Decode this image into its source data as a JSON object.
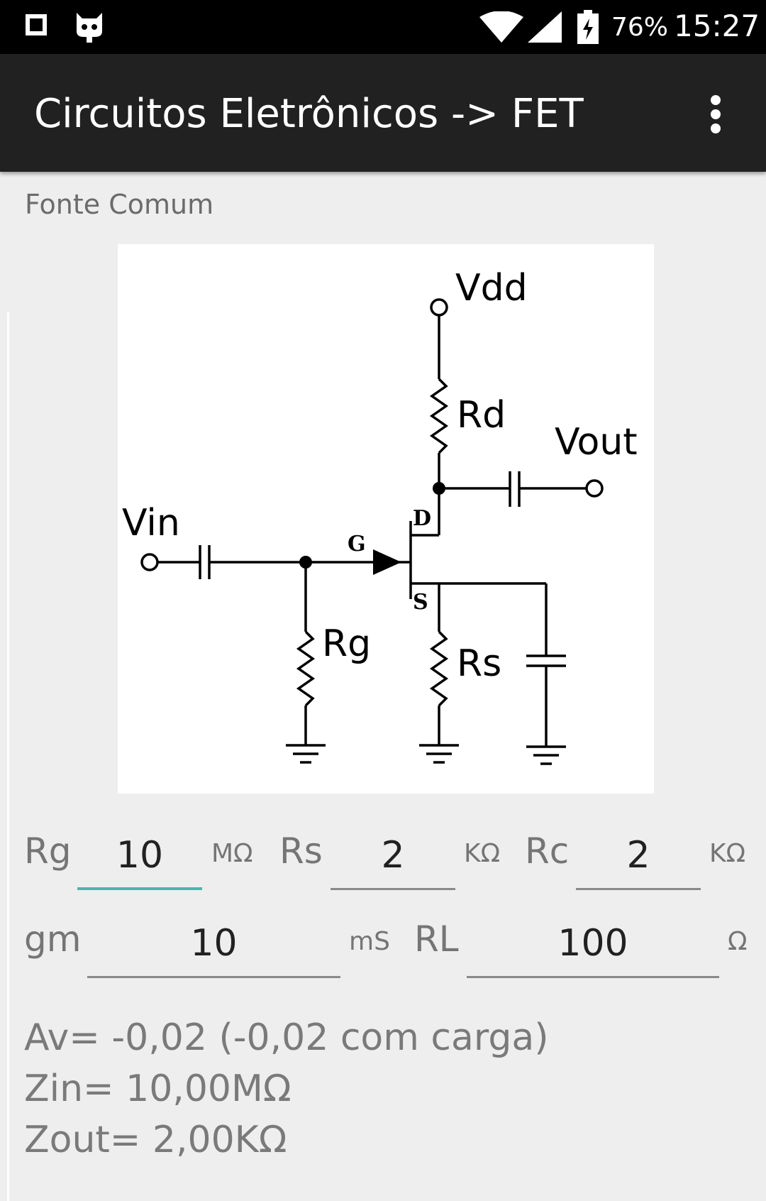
{
  "status_bar": {
    "battery_percent": "76%",
    "time": "15:27",
    "icons": [
      "square-notification-icon",
      "cyanogen-mascot-icon",
      "wifi-icon",
      "signal-icon",
      "battery-charging-icon"
    ]
  },
  "app_bar": {
    "title": "Circuitos Eletrônicos -> FET",
    "overflow_icon": "overflow-menu-icon"
  },
  "section": {
    "subtitle": "Fonte Comum"
  },
  "diagram": {
    "labels": {
      "vdd": "Vdd",
      "rd": "Rd",
      "vout": "Vout",
      "vin": "Vin",
      "g": "G",
      "d": "D",
      "s": "S",
      "rg": "Rg",
      "rs": "Rs"
    }
  },
  "inputs": {
    "rg": {
      "label": "Rg",
      "value": "10",
      "unit": "MΩ"
    },
    "rs": {
      "label": "Rs",
      "value": "2",
      "unit": "KΩ"
    },
    "rc": {
      "label": "Rc",
      "value": "2",
      "unit": "KΩ"
    },
    "gm": {
      "label": "gm",
      "value": "10",
      "unit": "mS"
    },
    "rl": {
      "label": "RL",
      "value": "100",
      "unit": "Ω"
    }
  },
  "results": {
    "av": "Av= -0,02 (-0,02 com carga)",
    "zin": "Zin= 10,00MΩ",
    "zout": "Zout= 2,00KΩ"
  },
  "colors": {
    "status_bar": "#000000",
    "app_bar": "#212121",
    "background": "#eeeeee",
    "focus_accent": "#4db6ac"
  }
}
